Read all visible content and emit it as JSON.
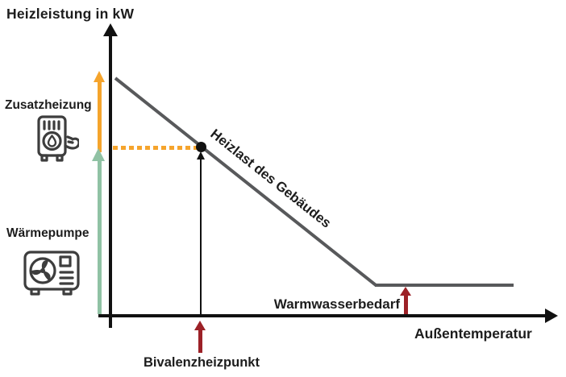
{
  "diagram": {
    "y_axis_title": "Heizleistung in kW",
    "x_axis_label": "Außentemperatur",
    "curve_label": "Heizlast des Gebäudes",
    "left_labels": {
      "zusatzheizung": "Zusatzheizung",
      "waermepumpe": "Wärmepumpe"
    },
    "annotations": {
      "warmwasserbedarf": "Warmwasserbedarf",
      "bivalenzheizpunkt": "Bivalenzheizpunkt"
    },
    "icons": {
      "heater": "heater-icon",
      "heat_pump": "heat-pump-icon"
    },
    "colors": {
      "axis": "#111111",
      "curve": "#58595b",
      "supplementary_heating_orange": "#f5a42c",
      "heat_pump_green": "#90c2a4",
      "marker_dark_red": "#9c2127",
      "text": "#1d1d1d"
    }
  },
  "chart_data": {
    "type": "line",
    "title": "",
    "xlabel": "Außentemperatur",
    "ylabel": "Heizleistung in kW",
    "series": [
      {
        "name": "Heizlast des Gebäudes",
        "description": "Heating load falls linearly with rising outdoor temperature, then levels into a constant plateau representing the hot-water demand (Warmwasserbedarf)."
      }
    ],
    "annotations": [
      "Zusatzheizung: orange arrow spanning the upper part of the y-axis (supplementary heater share)",
      "Wärmepumpe: green arrow spanning the lower part of the y-axis (heat pump share)",
      "Bivalenzheizpunkt: dark-red arrow below the x-axis marking the bivalence point; a thin black pointer rises to the dot on the load line, connected to the y-axis by an orange dotted guide line",
      "Warmwasserbedarf: dark-red arrow from the x-axis up to the plateau of the load line"
    ],
    "axis_ticks": "none (qualitative diagram, no numeric values shown)"
  }
}
